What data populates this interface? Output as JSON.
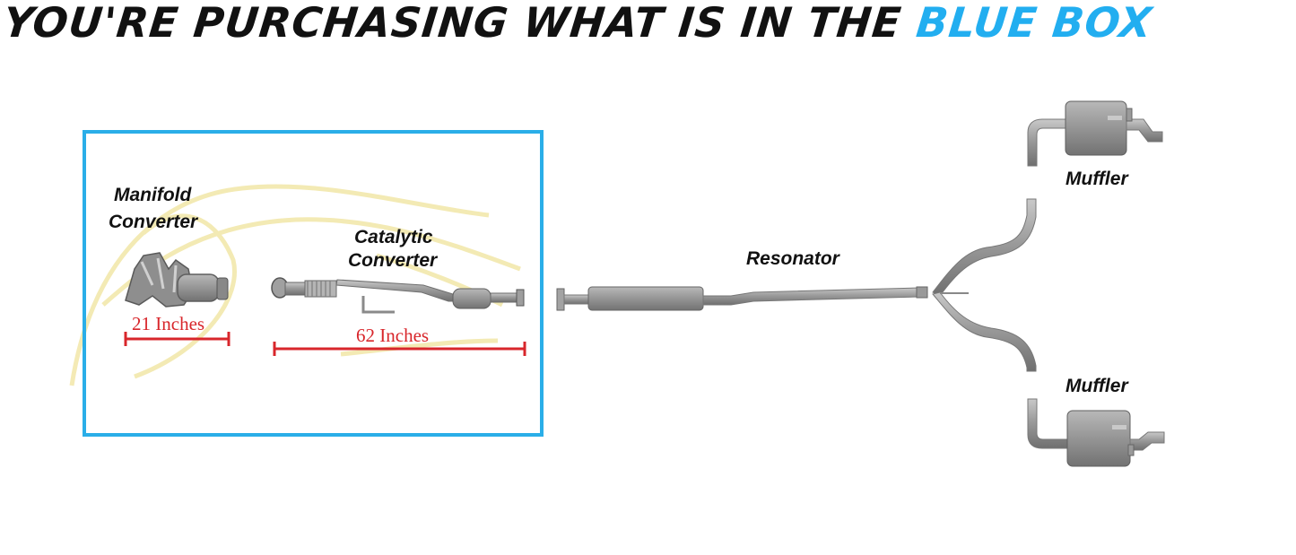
{
  "headline": {
    "prefix": "YOU'RE PURCHASING WHAT IS IN THE",
    "highlight": "BLUE BOX"
  },
  "colors": {
    "highlight": "#22aef0",
    "box_border": "#2aaee8",
    "measurement": "#d8262b",
    "pipe": "#9a9a9a",
    "watermark": "#f2e7a6"
  },
  "labels": {
    "manifold_converter_line1": "Manifold",
    "manifold_converter_line2": "Converter",
    "catalytic_converter_line1": "Catalytic",
    "catalytic_converter_line2": "Converter",
    "resonator": "Resonator",
    "muffler_top": "Muffler",
    "muffler_bottom": "Muffler"
  },
  "measurements": {
    "manifold_length": "21 Inches",
    "catalytic_length": "62 Inches"
  },
  "icons": {
    "watermark": "horse-head-logo"
  }
}
